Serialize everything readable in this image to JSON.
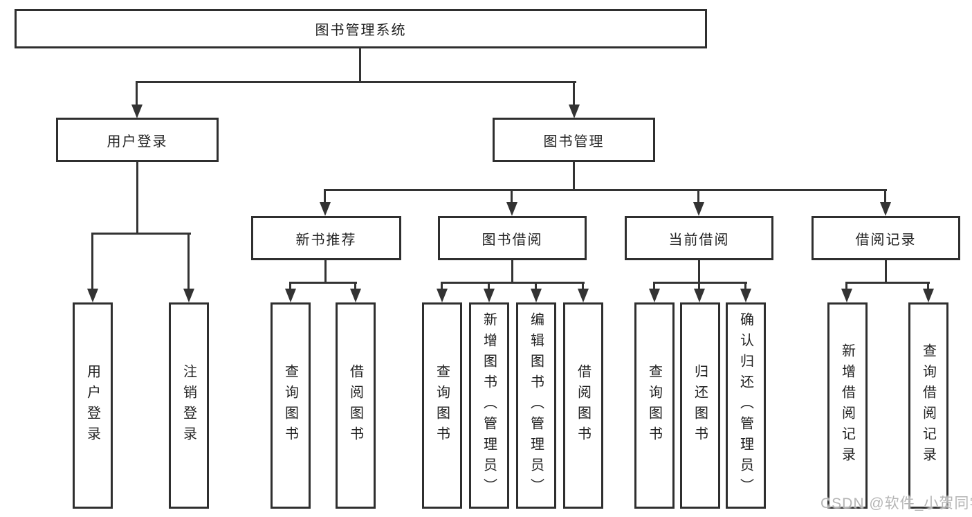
{
  "diagram": {
    "root": {
      "label": "图书管理系统"
    },
    "branches": [
      {
        "label": "用户登录",
        "children": [
          {
            "label": "用户登录"
          },
          {
            "label": "注销登录"
          }
        ]
      },
      {
        "label": "图书管理",
        "children": [
          {
            "label": "新书推荐",
            "children": [
              {
                "label": "查询图书"
              },
              {
                "label": "借阅图书"
              }
            ]
          },
          {
            "label": "图书借阅",
            "children": [
              {
                "label": "查询图书"
              },
              {
                "label": "新增图书（管理员）"
              },
              {
                "label": "编辑图书（管理员）"
              },
              {
                "label": "借阅图书"
              }
            ]
          },
          {
            "label": "当前借阅",
            "children": [
              {
                "label": "查询图书"
              },
              {
                "label": "归还图书"
              },
              {
                "label": "确认归还（管理员）"
              }
            ]
          },
          {
            "label": "借阅记录",
            "children": [
              {
                "label": "新增借阅记录"
              },
              {
                "label": "查询借阅记录"
              }
            ]
          }
        ]
      }
    ]
  },
  "watermark": {
    "text": "CSDN @软件_小贺同学"
  },
  "colors": {
    "line": "#333333",
    "border": "#2f2f2f",
    "text": "#212121",
    "background": "#ffffff",
    "watermark": "#b5b5b5"
  }
}
